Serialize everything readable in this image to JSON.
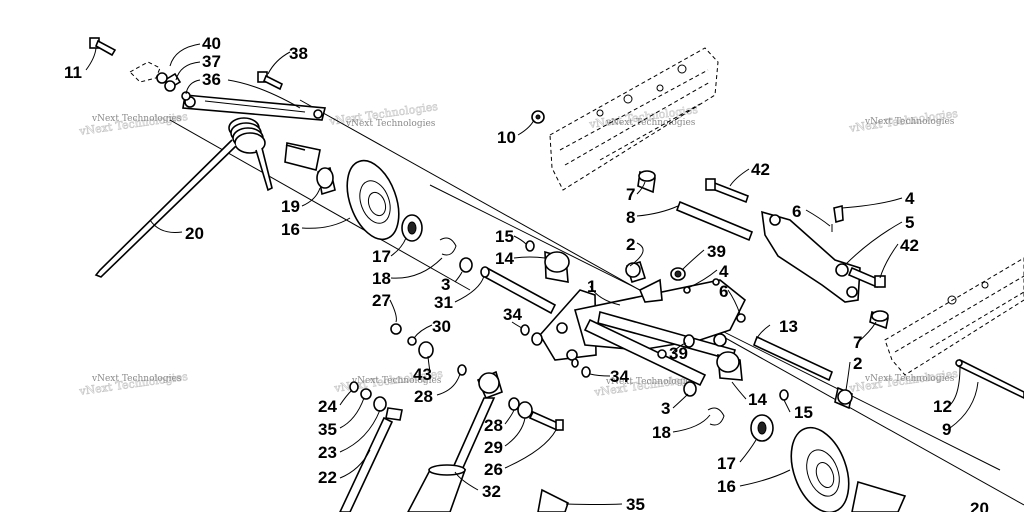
{
  "watermark": {
    "text": "vNext Technologies"
  },
  "callouts": [
    {
      "id": "c-11",
      "text": "11"
    },
    {
      "id": "c-40",
      "text": "40"
    },
    {
      "id": "c-37",
      "text": "37"
    },
    {
      "id": "c-36",
      "text": "36"
    },
    {
      "id": "c-38",
      "text": "38"
    },
    {
      "id": "c-10",
      "text": "10"
    },
    {
      "id": "c-19",
      "text": "19"
    },
    {
      "id": "c-16a",
      "text": "16"
    },
    {
      "id": "c-20",
      "text": "20"
    },
    {
      "id": "c-42a",
      "text": "42"
    },
    {
      "id": "c-7a",
      "text": "7"
    },
    {
      "id": "c-8",
      "text": "8"
    },
    {
      "id": "c-6a",
      "text": "6"
    },
    {
      "id": "c-4a",
      "text": "4"
    },
    {
      "id": "c-5",
      "text": "5"
    },
    {
      "id": "c-42b",
      "text": "42"
    },
    {
      "id": "c-15a",
      "text": "15"
    },
    {
      "id": "c-14a",
      "text": "14"
    },
    {
      "id": "c-2a",
      "text": "2"
    },
    {
      "id": "c-39a",
      "text": "39"
    },
    {
      "id": "c-4b",
      "text": "4"
    },
    {
      "id": "c-6b",
      "text": "6"
    },
    {
      "id": "c-17a",
      "text": "17"
    },
    {
      "id": "c-18a",
      "text": "18"
    },
    {
      "id": "c-3a",
      "text": "3"
    },
    {
      "id": "c-1",
      "text": "1"
    },
    {
      "id": "c-27",
      "text": "27"
    },
    {
      "id": "c-31",
      "text": "31"
    },
    {
      "id": "c-30",
      "text": "30"
    },
    {
      "id": "c-34a",
      "text": "34"
    },
    {
      "id": "c-13",
      "text": "13"
    },
    {
      "id": "c-7b",
      "text": "7"
    },
    {
      "id": "c-39b",
      "text": "39"
    },
    {
      "id": "c-2b",
      "text": "2"
    },
    {
      "id": "c-43",
      "text": "43"
    },
    {
      "id": "c-28a",
      "text": "28"
    },
    {
      "id": "c-34b",
      "text": "34"
    },
    {
      "id": "c-24",
      "text": "24"
    },
    {
      "id": "c-35a",
      "text": "35"
    },
    {
      "id": "c-23",
      "text": "23"
    },
    {
      "id": "c-22",
      "text": "22"
    },
    {
      "id": "c-3b",
      "text": "3"
    },
    {
      "id": "c-18b",
      "text": "18"
    },
    {
      "id": "c-14b",
      "text": "14"
    },
    {
      "id": "c-15b",
      "text": "15"
    },
    {
      "id": "c-12",
      "text": "12"
    },
    {
      "id": "c-9",
      "text": "9"
    },
    {
      "id": "c-28b",
      "text": "28"
    },
    {
      "id": "c-29",
      "text": "29"
    },
    {
      "id": "c-26",
      "text": "26"
    },
    {
      "id": "c-32",
      "text": "32"
    },
    {
      "id": "c-17b",
      "text": "17"
    },
    {
      "id": "c-16b",
      "text": "16"
    },
    {
      "id": "c-35b",
      "text": "35"
    },
    {
      "id": "c-20b",
      "text": "20"
    }
  ]
}
